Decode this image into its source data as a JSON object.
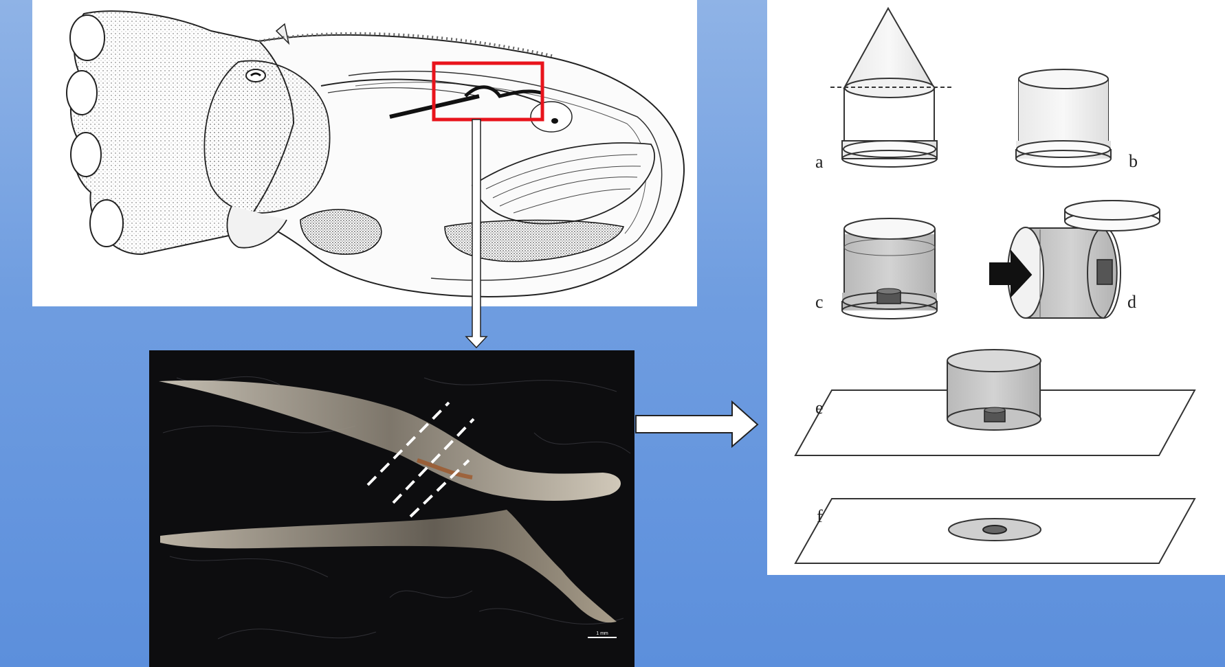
{
  "panels": {
    "steps": {
      "labels": [
        "a",
        "b",
        "c",
        "d",
        "e",
        "f"
      ]
    },
    "photo": {
      "scale_bar_label": "1 mm"
    }
  },
  "colors": {
    "background": "#6f9de0",
    "highlight_box": "#e8141c",
    "cut_lines": "#ffffff",
    "photo_background": "#0d0d0f"
  }
}
